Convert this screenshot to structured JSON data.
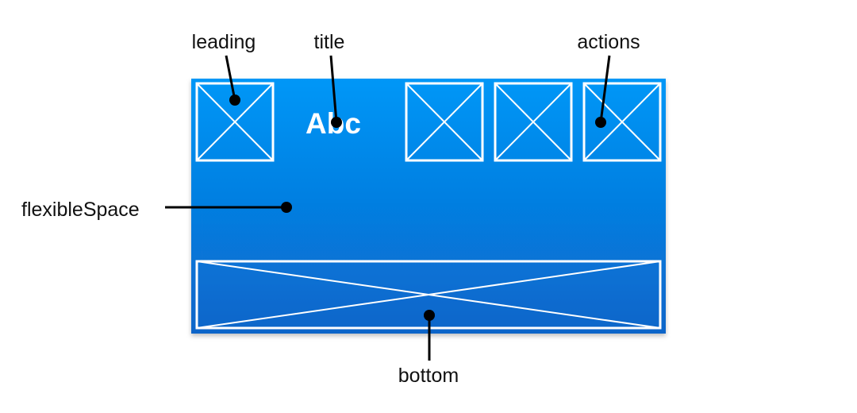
{
  "appbar": {
    "title": "Abc",
    "colors": {
      "top": "#0497F7",
      "bottom": "#0865C9",
      "outline": "#FFFFFF"
    }
  },
  "callouts": {
    "leading": "leading",
    "title": "title",
    "actions": "actions",
    "flexible_space": "flexibleSpace",
    "bottom": "bottom"
  }
}
